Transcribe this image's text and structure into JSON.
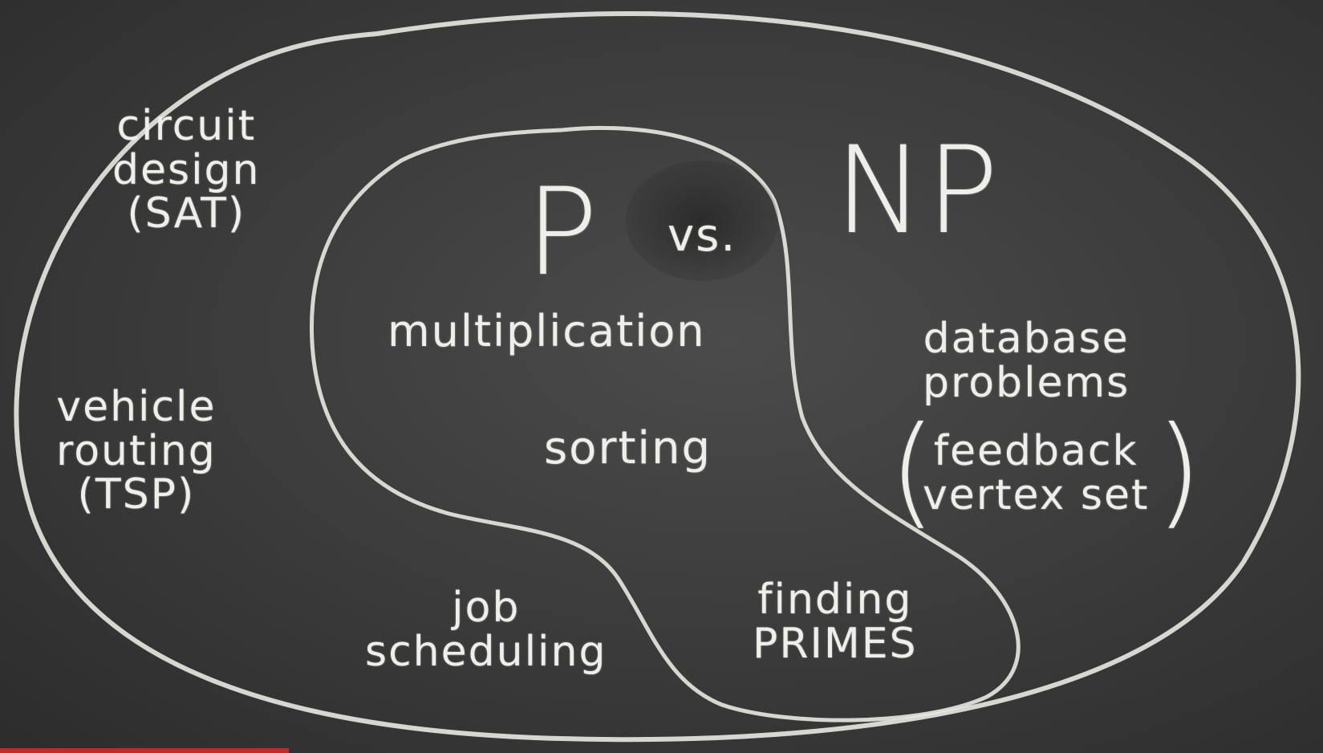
{
  "board": {
    "title_p": "P",
    "title_vs": "vs.",
    "title_np": "NP"
  },
  "np_problems": {
    "circuit_design": "circuit\ndesign\n(SAT)",
    "vehicle_routing": "vehicle\nrouting\n(TSP)",
    "job_scheduling": "job\nscheduling",
    "database_problems": "database\nproblems",
    "feedback_vertex_set": "feedback\nvertex set"
  },
  "p_problems": {
    "multiplication": "multiplication",
    "sorting": "sorting",
    "finding_primes": "finding\nPRIMES"
  },
  "colors": {
    "chalk": "#eeeeea",
    "board": "#3a3a3a",
    "progress_bar": "#c62828"
  }
}
